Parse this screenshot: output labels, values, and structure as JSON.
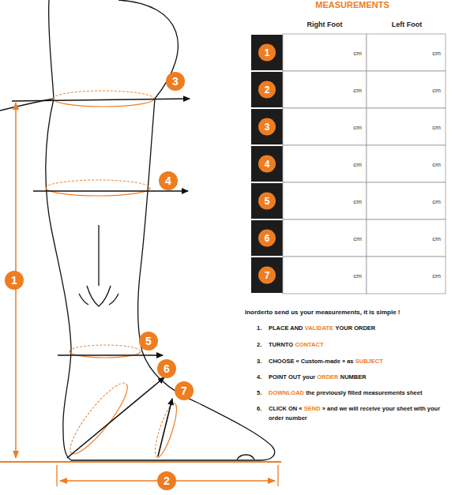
{
  "diagram": {
    "title": "MEASUREMENTS",
    "labels": [
      "3",
      "4",
      "1",
      "5",
      "6",
      "7",
      "2",
      "Right Foot",
      "Left Foot",
      "1",
      "cm",
      "cm",
      "2",
      "cm",
      "cm",
      "3",
      "cm",
      "cm",
      "4",
      "cm",
      "cm",
      "5",
      "cm",
      "cm",
      "6",
      "cm",
      "cm",
      "7",
      "cm",
      "cm",
      "Inorderto send us your measurements, it is simple !",
      "1.",
      "PLACE AND",
      "VALIDATE",
      "YOUR ORDER",
      "2.",
      "TURNTO",
      "CONTACT",
      "3.",
      "CHOOSE « Custom-made » as",
      "SUBJECT",
      "4.",
      "POINT OUT your",
      "ORDER",
      "NUMBER",
      "5.",
      "DOWNLOAD",
      "the previously filled measurements sheet",
      "6.",
      "CLICK ON «",
      "SEND",
      "» and we will receive your sheet with your order number"
    ]
  }
}
